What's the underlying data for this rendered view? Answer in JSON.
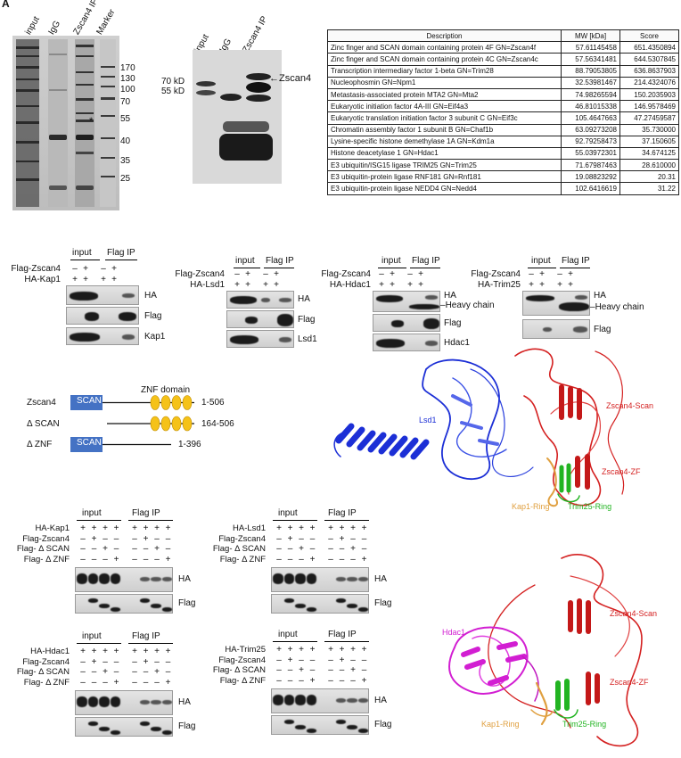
{
  "panel_letter": "A",
  "gel1": {
    "lanes": [
      "input",
      "IgG",
      "Zscan4 IP",
      "Marker"
    ],
    "markers": [
      "170",
      "130",
      "100",
      "70",
      "55",
      "40",
      "35",
      "25"
    ],
    "star": "*"
  },
  "gel2": {
    "lanes": [
      "input",
      "IgG",
      "Zscan4 IP"
    ],
    "mw_labels": [
      "70 kD",
      "55 kD"
    ],
    "arrow_label": "Zscan4"
  },
  "ms_table": {
    "headers": [
      "Description",
      "MW [kDa]",
      "Score"
    ],
    "rows": [
      [
        "Zinc finger and SCAN domain containing protein 4F   GN=Zscan4f",
        "57.61145458",
        "651.4350894"
      ],
      [
        "Zinc finger and SCAN domain containing protein 4C   GN=Zscan4c",
        "57.56341481",
        "644.5307845"
      ],
      [
        "Transcription intermediary factor 1-beta  GN=Trim28",
        "88.79053805",
        "636.8637903"
      ],
      [
        "Nucleophosmin  GN=Npm1",
        "32.53981467",
        "214.4324076"
      ],
      [
        "Metastasis-associated protein MTA2  GN=Mta2",
        "74.98265594",
        "150.2035903"
      ],
      [
        "Eukaryotic initiation factor 4A-III  GN=Eif4a3",
        "46.81015338",
        "146.9578469"
      ],
      [
        "Eukaryotic translation initiation factor 3 subunit C  GN=Eif3c",
        "105.4647663",
        "47.27459587"
      ],
      [
        "Chromatin assembly factor 1 subunit B  GN=Chaf1b",
        "63.09273208",
        "35.730000"
      ],
      [
        "Lysine-specific histone demethylase 1A  GN=Kdm1a",
        "92.79258473",
        "37.150605"
      ],
      [
        "Histone deacetylase 1  GN=Hdac1",
        "55.03972301",
        "34.674125"
      ],
      [
        "E3 ubiquitin/ISG15 ligase TRIM25  GN=Trim25",
        "71.67987463",
        "28.610000"
      ],
      [
        "E3 ubiquitin-protein ligase RNF181  GN=Rnf181",
        "19.08823292",
        "20.31"
      ],
      [
        "E3 ubiquitin-protein ligase NEDD4  GN=Nedd4",
        "102.6416619",
        "31.22"
      ]
    ]
  },
  "coip_row": {
    "input": "input",
    "flag_ip": "Flag IP",
    "flag_zscan4": "Flag-Zscan4",
    "plus": "+",
    "minus": "–",
    "kap1": {
      "ha_label": "HA-Kap1",
      "blots": [
        "HA",
        "Flag",
        "Kap1"
      ]
    },
    "lsd1": {
      "ha_label": "HA-Lsd1",
      "blots": [
        "HA",
        "Flag",
        "Lsd1"
      ]
    },
    "hdac1": {
      "ha_label": "HA-Hdac1",
      "blots": [
        "HA",
        "Flag",
        "Hdac1"
      ],
      "heavy": "Heavy chain"
    },
    "trim25": {
      "ha_label": "HA-Trim25",
      "blots": [
        "HA",
        "Flag"
      ],
      "heavy": "Heavy chain"
    }
  },
  "domains": {
    "title": "ZNF domain",
    "scan": "SCAN",
    "constructs": [
      {
        "name": "Zscan4",
        "range": "1-506"
      },
      {
        "name": "Δ SCAN",
        "range": "164-506"
      },
      {
        "name": "Δ ZNF",
        "range": "1-396"
      }
    ]
  },
  "structure1": {
    "labels": {
      "lsd1": "Lsd1",
      "scan": "Zscan4-Scan",
      "zf": "Zscan4-ZF",
      "kap1": "Kap1-Ring",
      "trim25": "Trim25-Ring"
    },
    "colors": {
      "lsd1": "#1c2fd6",
      "zscan4": "#d42020",
      "kap1": "#e0a040",
      "trim25": "#22b422"
    }
  },
  "structure2": {
    "labels": {
      "hdac1": "Hdac1",
      "scan": "Zscan4-Scan",
      "zf": "Zscan4-ZF",
      "kap1": "Kap1-Ring",
      "trim25": "Trim25-Ring"
    },
    "colors": {
      "hdac1": "#d21ed2",
      "zscan4": "#d42020",
      "kap1": "#e0a040",
      "trim25": "#22b422"
    }
  },
  "deletion_coip": {
    "input": "input",
    "flag_ip": "Flag IP",
    "rows": [
      "Flag-Zscan4",
      "Flag- Δ SCAN",
      "Flag- Δ ZNF"
    ],
    "blots": [
      "HA",
      "Flag"
    ],
    "panels": [
      "HA-Kap1",
      "HA-Lsd1",
      "HA-Hdac1",
      "HA-Trim25"
    ]
  }
}
